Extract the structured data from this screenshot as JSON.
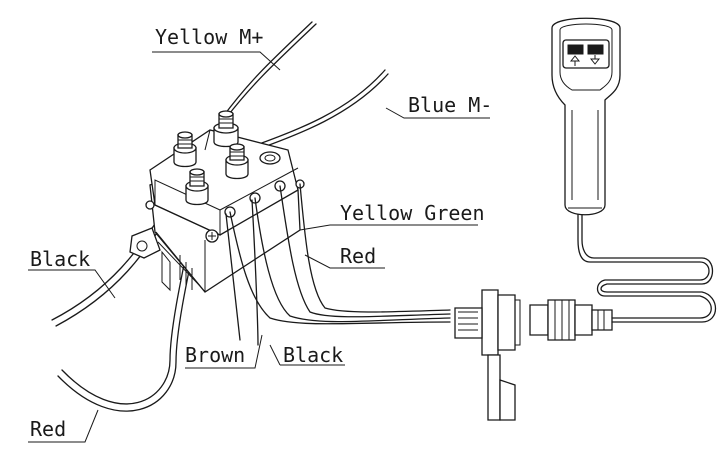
{
  "diagram": {
    "labels": {
      "yellow_mplus": "Yellow M+",
      "blue_mminus": "Blue M-",
      "yellow_green": "Yellow Green",
      "red_top": "Red",
      "black_left": "Black",
      "brown": "Brown",
      "black_mid": "Black",
      "red_bottom": "Red"
    }
  }
}
